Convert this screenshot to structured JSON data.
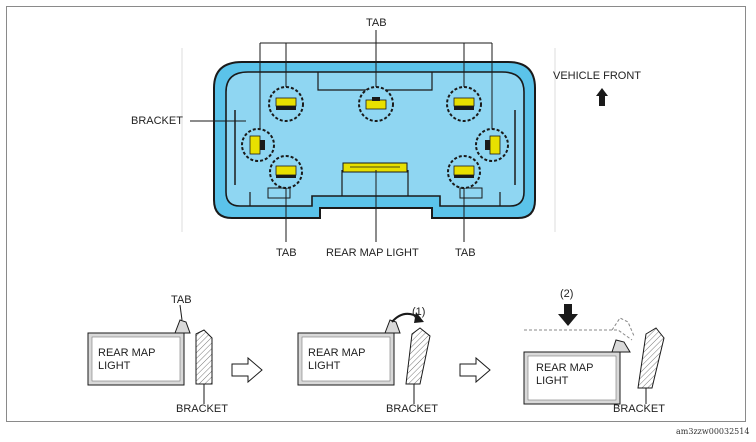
{
  "labels": {
    "tab_top": "TAB",
    "vehicle_front": "VEHICLE FRONT",
    "bracket_main": "BRACKET",
    "tab_bottom_left": "TAB",
    "rear_map_light_main": "REAR MAP LIGHT",
    "tab_bottom_right": "TAB"
  },
  "steps": {
    "step1": {
      "tab": "TAB",
      "box_line1": "REAR MAP",
      "box_line2": "LIGHT",
      "bracket": "BRACKET"
    },
    "step2": {
      "callout": "(1)",
      "box_line1": "REAR MAP",
      "box_line2": "LIGHT",
      "bracket": "BRACKET"
    },
    "step3": {
      "callout": "(2)",
      "box_line1": "REAR MAP",
      "box_line2": "LIGHT",
      "bracket": "BRACKET"
    }
  },
  "figure_id": "am3zzw00032514",
  "colors": {
    "housing": "#5bc3ea",
    "housing_inner": "#8fd6f2",
    "tab_yellow": "#e8e000",
    "outline": "#1a1a1a"
  }
}
